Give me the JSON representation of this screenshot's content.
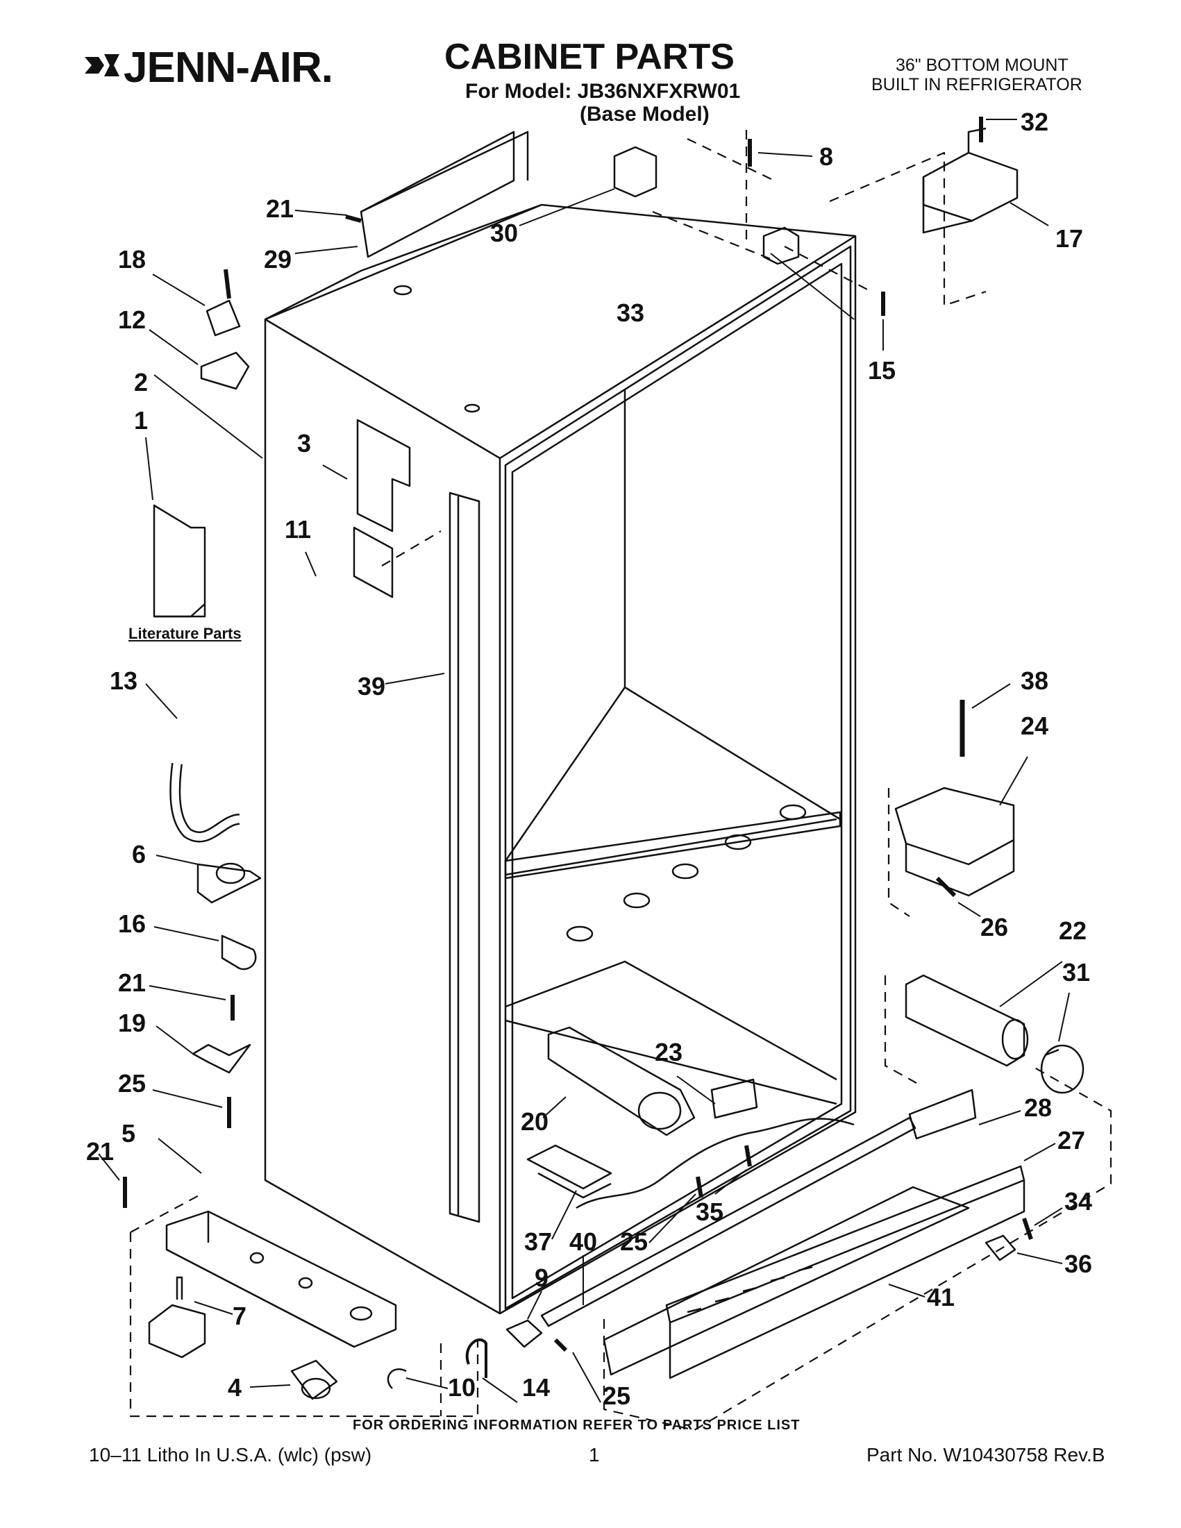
{
  "header": {
    "brand": "JENN-AIR.",
    "title": "CABINET PARTS",
    "model_line": "For Model: JB36NXFXRW01",
    "base_model": "(Base Model)",
    "subtitle_line1": "36\" BOTTOM MOUNT",
    "subtitle_line2": "BUILT IN REFRIGERATOR"
  },
  "literature_label": "Literature Parts",
  "footer": {
    "ordering": "FOR ORDERING INFORMATION REFER TO PARTS PRICE LIST",
    "litho": "10–11 Litho In U.S.A. (wlc) (psw)",
    "page": "1",
    "part_no": "Part No. W10430758 Rev.B"
  },
  "callouts": [
    "32",
    "8",
    "21",
    "30",
    "17",
    "29",
    "18",
    "33",
    "15",
    "12",
    "2",
    "1",
    "3",
    "11",
    "39",
    "13",
    "38",
    "24",
    "6",
    "26",
    "16",
    "22",
    "31",
    "21",
    "19",
    "23",
    "25",
    "28",
    "5",
    "27",
    "20",
    "21",
    "34",
    "35",
    "37",
    "40",
    "25",
    "9",
    "36",
    "7",
    "41",
    "4",
    "10",
    "14",
    "25"
  ]
}
